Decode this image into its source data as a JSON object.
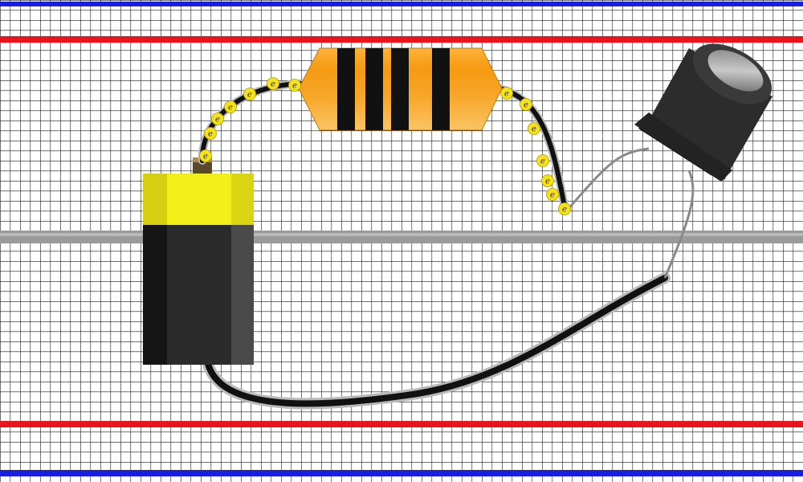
{
  "electron": {
    "symbol": "e",
    "color": "#f5e21a",
    "count_left_wire": 7,
    "count_right_wire": 7
  },
  "colors": {
    "background": "#ffffff",
    "grid": "#1a1a1a",
    "rail_positive": "#e8161c",
    "rail_negative": "#1a1ee0",
    "center_channel": "#9a9a9a",
    "battery_terminal": "#f2ee1a",
    "battery_body": "#2b2b2b",
    "resistor_body": "#f5a623",
    "resistor_band": "#111111",
    "led_body": "#2c2c2c",
    "wire": "#111111"
  },
  "components": [
    "battery",
    "resistor",
    "led"
  ]
}
